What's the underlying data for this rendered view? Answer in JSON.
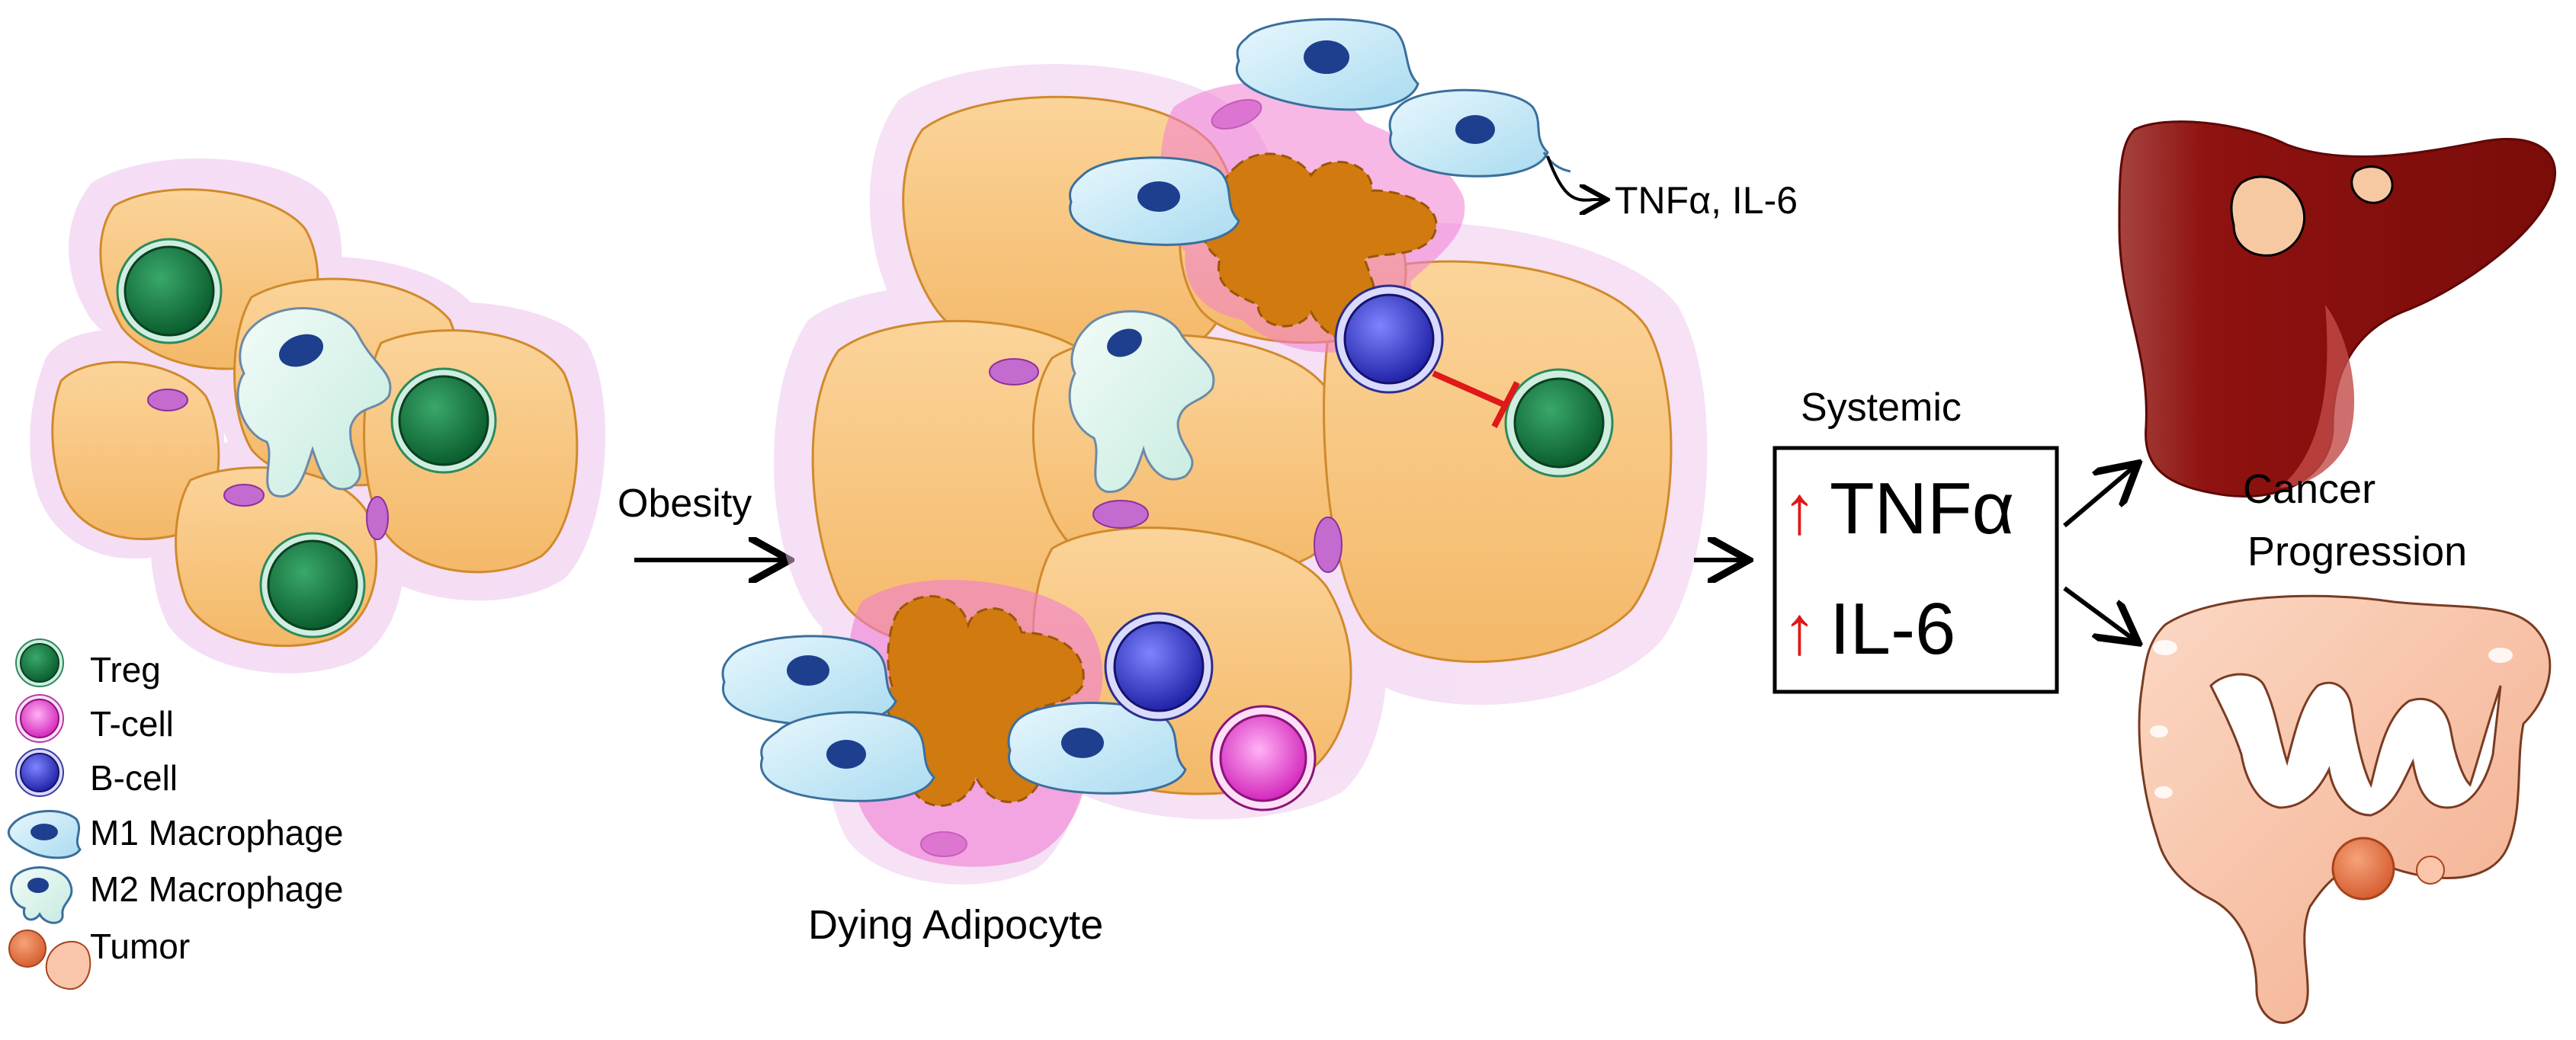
{
  "legend": {
    "treg": "Treg",
    "tcell": "T-cell",
    "bcell": "B-cell",
    "m1": "M1 Macrophage",
    "m2": "M2 Macrophage",
    "tumor": "Tumor"
  },
  "labels": {
    "obesity": "Obesity",
    "dying_adipocyte": "Dying Adipocyte",
    "cytokines": "TNFα, IL-6",
    "systemic": "Systemic",
    "cancer": "Cancer",
    "progression": "Progression"
  },
  "systemic_box": {
    "arrow_glyph": "↑",
    "line1": "TNFα",
    "line2": "IL-6"
  },
  "colors": {
    "adipocyte_fill": "#F8C67E",
    "adipocyte_stroke": "#D08A2C",
    "halo": "#F1C9EE",
    "treg": "#0E7A3E",
    "tcell": "#E033C8",
    "bcell": "#3C3FD6",
    "m1": "#BFE4F3",
    "m2": "#D3F0E6",
    "tumor": "#E87346",
    "liver": "#8E1210",
    "intestine": "#F8C2A5",
    "inhibit": "#E01818",
    "up_arrow": "#E01818"
  }
}
